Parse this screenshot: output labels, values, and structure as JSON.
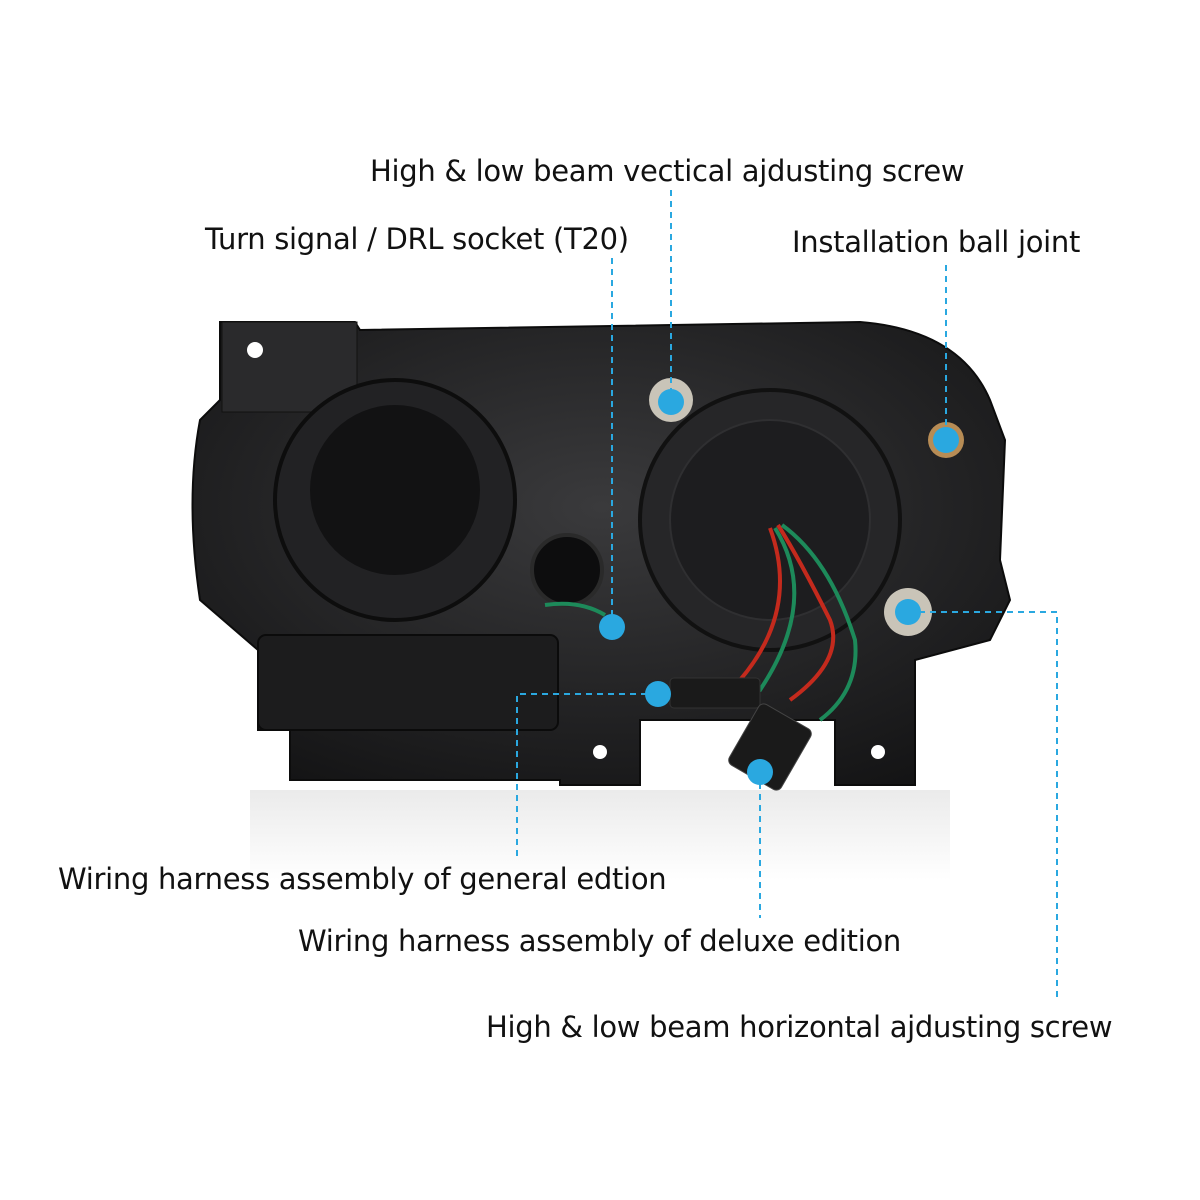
{
  "accent_color": "#2aa8e0",
  "labels": {
    "vertical_screw": "High & low beam vectical ajdusting screw",
    "turn_signal": "Turn signal / DRL socket (T20)",
    "ball_joint": "Installation ball joint",
    "general_harness": "Wiring harness assembly of general edtion",
    "deluxe_harness": "Wiring harness assembly of deluxe edition",
    "horizontal_screw": "High & low beam horizontal ajdusting screw"
  }
}
